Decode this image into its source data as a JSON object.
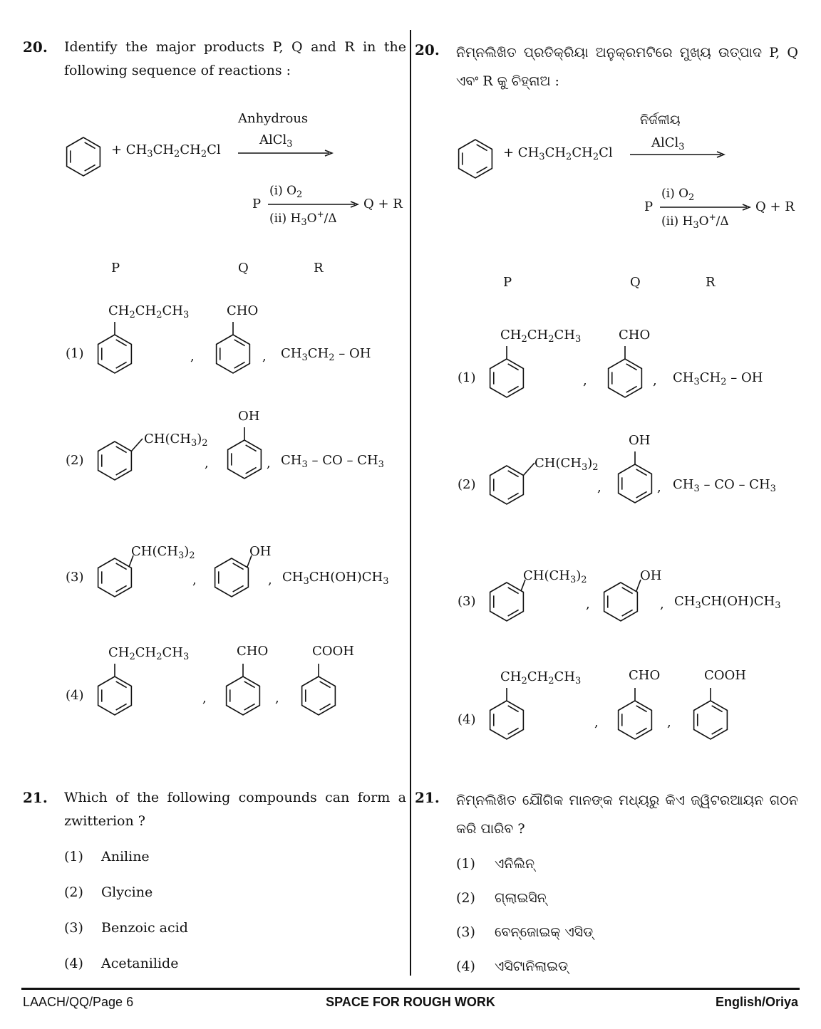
{
  "q20": {
    "number": "20.",
    "text_en": "Identify the major products P, Q and R in the following sequence of reactions :",
    "text_or": "ନିମ୍ନଲିଖିତ ପ୍ରତିକ୍ରିୟା ଅନୁକ୍ରମଟିରେ ମୁଖ୍ୟ ଉତ୍ପାଦ P, Q ଏବଂ R କୁ ଚିହ୍ନାଅ :",
    "reaction": {
      "plus_reagent_prefix": "+ CH",
      "reagent_parts": [
        "3",
        "CH",
        "2",
        "CH",
        "2",
        "Cl"
      ],
      "catalyst_line1_en": "Anhydrous",
      "catalyst_line1_or": "ନିର୍ଜଳୀୟ",
      "catalyst": "AlCl",
      "catalyst_sub": "3",
      "p_label": "P",
      "step1": "(i) O",
      "step1_sub": "2",
      "step2": "(ii) H",
      "step2_sub": "3",
      "step2_rest": "O",
      "step2_sup": "+",
      "step2_end": "/Δ",
      "products": "Q + R"
    },
    "column_headers": [
      "P",
      "Q",
      "R"
    ],
    "options": [
      {
        "label": "(1)",
        "p": "CH2CH2CH3",
        "q": "CHO",
        "r": "CH3CH2 – OH"
      },
      {
        "label": "(2)",
        "p": "CH(CH3)2",
        "q": "OH",
        "r": "CH3 – CO – CH3"
      },
      {
        "label": "(3)",
        "p": "CH(CH3)2",
        "q": "OH",
        "r": "CH3CH(OH)CH3"
      },
      {
        "label": "(4)",
        "p": "CH2CH2CH3",
        "q": "CHO",
        "r": "COOH"
      }
    ],
    "comma": ","
  },
  "q21": {
    "number": "21.",
    "text_en": "Which of the following compounds can form a zwitterion ?",
    "text_or": "ନିମ୍ନଲିଖିତ ଯୌଗିକ ମାନଙ୍କ ମଧ୍ୟରୁ କିଏ ଜ୍ୱିଟରଆୟନ ଗଠନ କରି ପାରିବ ?",
    "options_en": [
      {
        "label": "(1)",
        "text": "Aniline"
      },
      {
        "label": "(2)",
        "text": "Glycine"
      },
      {
        "label": "(3)",
        "text": "Benzoic acid"
      },
      {
        "label": "(4)",
        "text": "Acetanilide"
      }
    ],
    "options_or": [
      {
        "label": "(1)",
        "text": "ଏନିଲିନ୍"
      },
      {
        "label": "(2)",
        "text": "ଗ୍ଲାଇସିନ୍"
      },
      {
        "label": "(3)",
        "text": "ବେନ୍‌ଜୋଇକ୍ ଏସିଡ୍"
      },
      {
        "label": "(4)",
        "text": "ଏସିଟାନିଲାଇଡ୍"
      }
    ]
  },
  "footer": {
    "left": "LAACH/QQ/Page 6",
    "center": "SPACE FOR ROUGH WORK",
    "right": "English/Oriya"
  }
}
